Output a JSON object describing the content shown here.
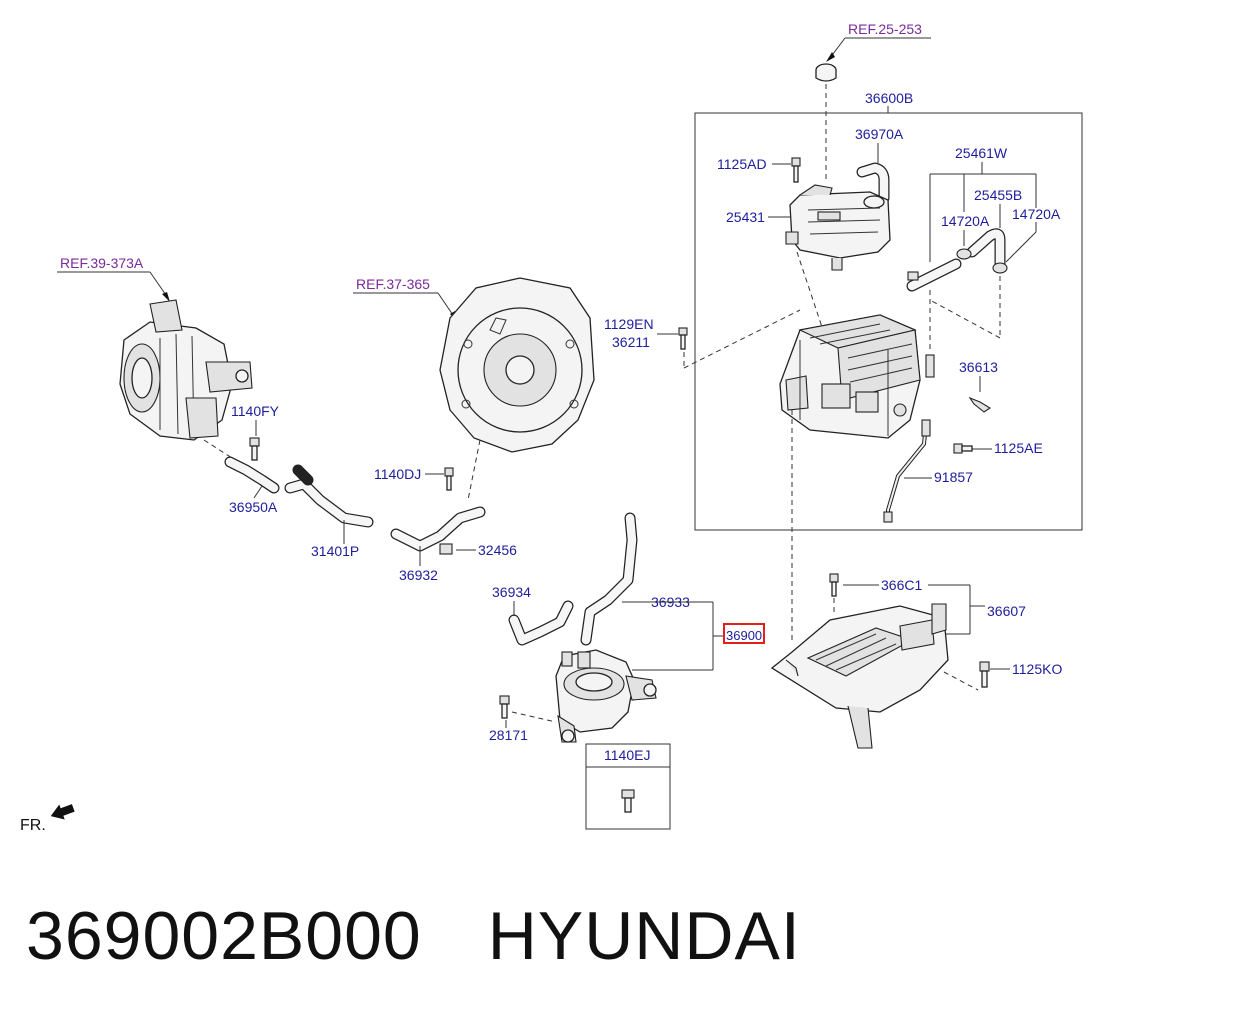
{
  "diagram": {
    "refs": {
      "r1": "REF.25-253",
      "r2": "REF.39-373A",
      "r3": "REF.37-365"
    },
    "labels": {
      "p36600B": "36600B",
      "p36970A": "36970A",
      "p25461W": "25461W",
      "p1125AD": "1125AD",
      "p25455B": "25455B",
      "p25431": "25431",
      "p14720A_1": "14720A",
      "p14720A_2": "14720A",
      "p1129EN": "1129EN",
      "p36211": "36211",
      "p36613": "36613",
      "p1125AE": "1125AE",
      "p91857": "91857",
      "p1140FY": "1140FY",
      "p1140DJ": "1140DJ",
      "p36950A": "36950A",
      "p31401P": "31401P",
      "p32456": "32456",
      "p36932": "36932",
      "p36934": "36934",
      "p36933": "36933",
      "p36900": "36900",
      "p366C1": "366C1",
      "p36607": "36607",
      "p1125KO": "1125KO",
      "p28171": "28171",
      "p1140EJ": "1140EJ"
    },
    "fr_label": "FR.",
    "highlight_color": "#e0201c"
  },
  "caption": {
    "part_number": "369002B000",
    "brand": "HYUNDAI"
  }
}
